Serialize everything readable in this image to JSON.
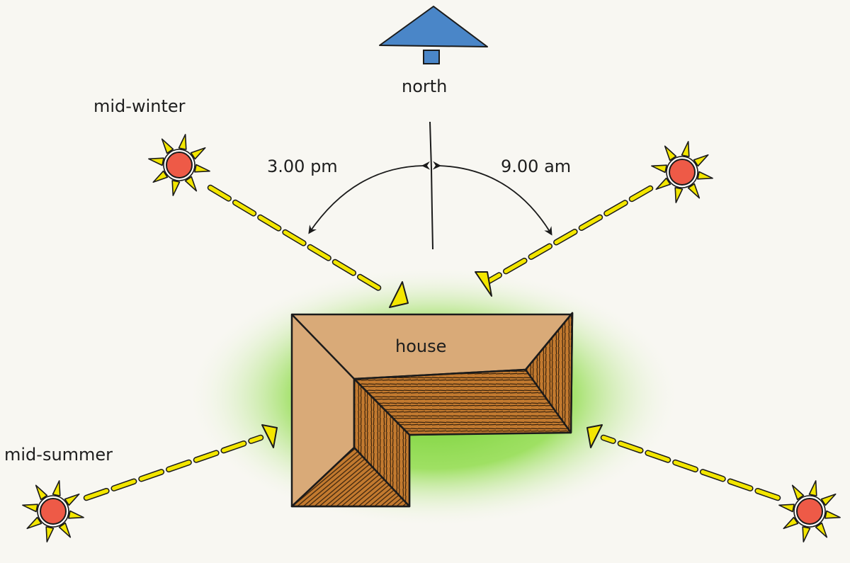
{
  "labels": {
    "north": "north",
    "mid_winter": "mid-winter",
    "mid_summer": "mid-summer",
    "time_pm": "3.00 pm",
    "time_am": "9.00 am",
    "house": "house"
  },
  "icons": {
    "north_arrow": "north-arrow-icon",
    "sun": "sun-icon"
  },
  "colors": {
    "background": "#f8f7f2",
    "north_arrow": "#4a86c8",
    "sun_core": "#ee5a47",
    "sun_rays": "#f3e600",
    "sun_path": "#f3e600",
    "garden_glow": "#6fcf2e",
    "roof_flat": "#d9aa78",
    "roof_timber": "#c37a2f",
    "outline": "#1b1b1b"
  }
}
